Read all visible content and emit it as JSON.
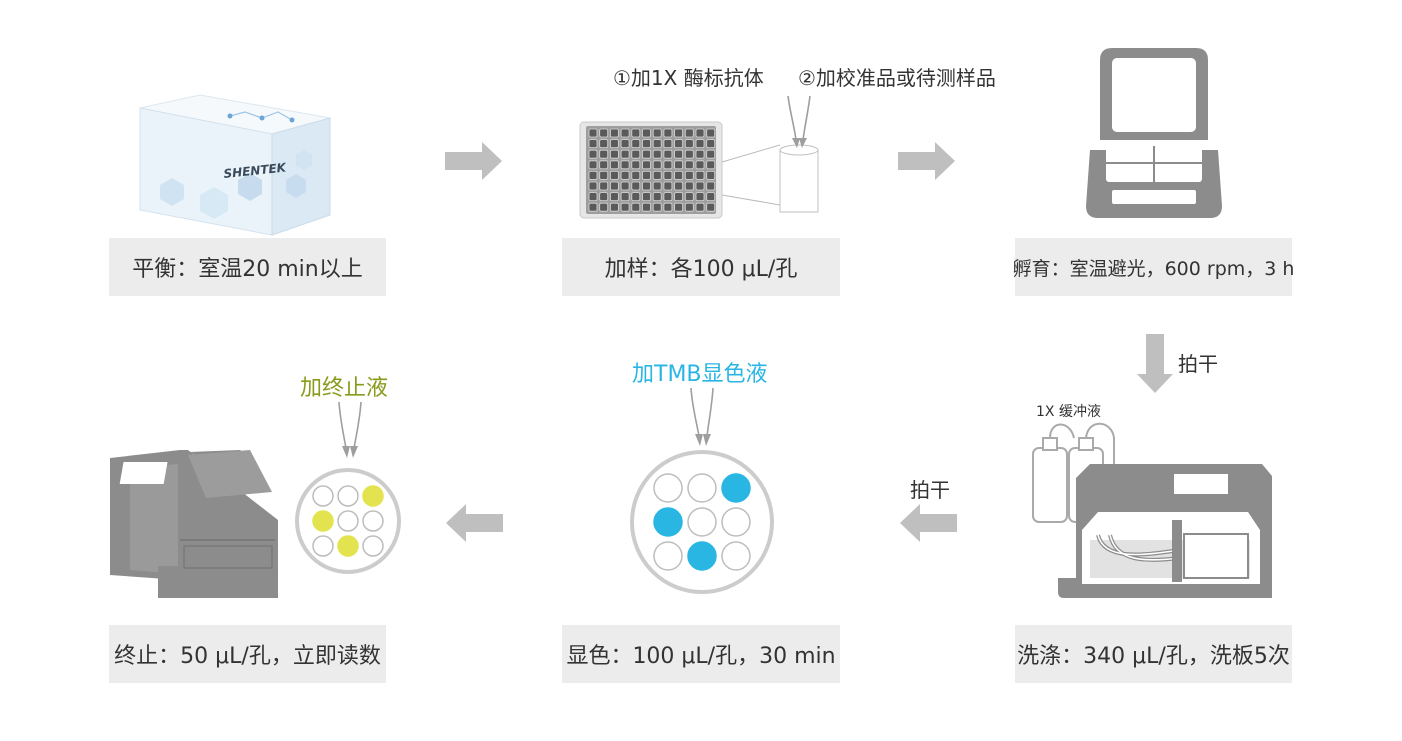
{
  "steps": [
    {
      "label": "平衡：室温20 min以上"
    },
    {
      "label": "加样：各100 μL/孔"
    },
    {
      "label": "孵育：室温避光，600 rpm，3 h"
    },
    {
      "label": "洗涤：340 μL/孔，洗板5次"
    },
    {
      "label": "显色：100 μL/孔，30 min"
    },
    {
      "label": "终止：50 μL/孔，立即读数"
    }
  ],
  "annotations": {
    "add_antibody": "①加1X 酶标抗体",
    "add_sample": "②加校准品或待测样品",
    "pat_dry_1": "拍干",
    "pat_dry_2": "拍干",
    "buffer": "1X 缓冲液",
    "add_tmb": "加TMB显色液",
    "add_stop": "加终止液"
  },
  "brand": "SHENTEK",
  "colors": {
    "box_bg": "#ececec",
    "arrow": "#bfbfbf",
    "device": "#8c8c8c",
    "tmb": "#29b6e3",
    "stop": "#e3e34f",
    "stop_text": "#8a9a1a"
  }
}
